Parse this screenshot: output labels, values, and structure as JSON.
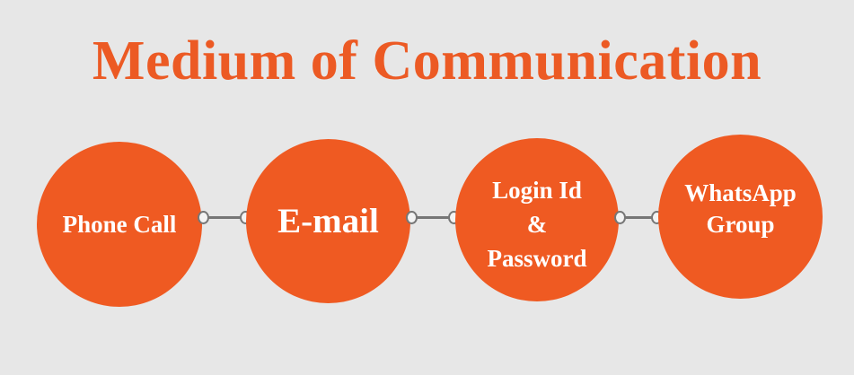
{
  "title": "Medium of Communication",
  "nodes": [
    {
      "label": "Phone Call"
    },
    {
      "label": "E-mail"
    },
    {
      "label": "Login Id\n&\nPassword"
    },
    {
      "label": "WhatsApp\nGroup"
    }
  ],
  "colors": {
    "background": "#e7e7e7",
    "accent": "#ef5a22",
    "connector": "#767676",
    "node_text": "#ffffff"
  }
}
